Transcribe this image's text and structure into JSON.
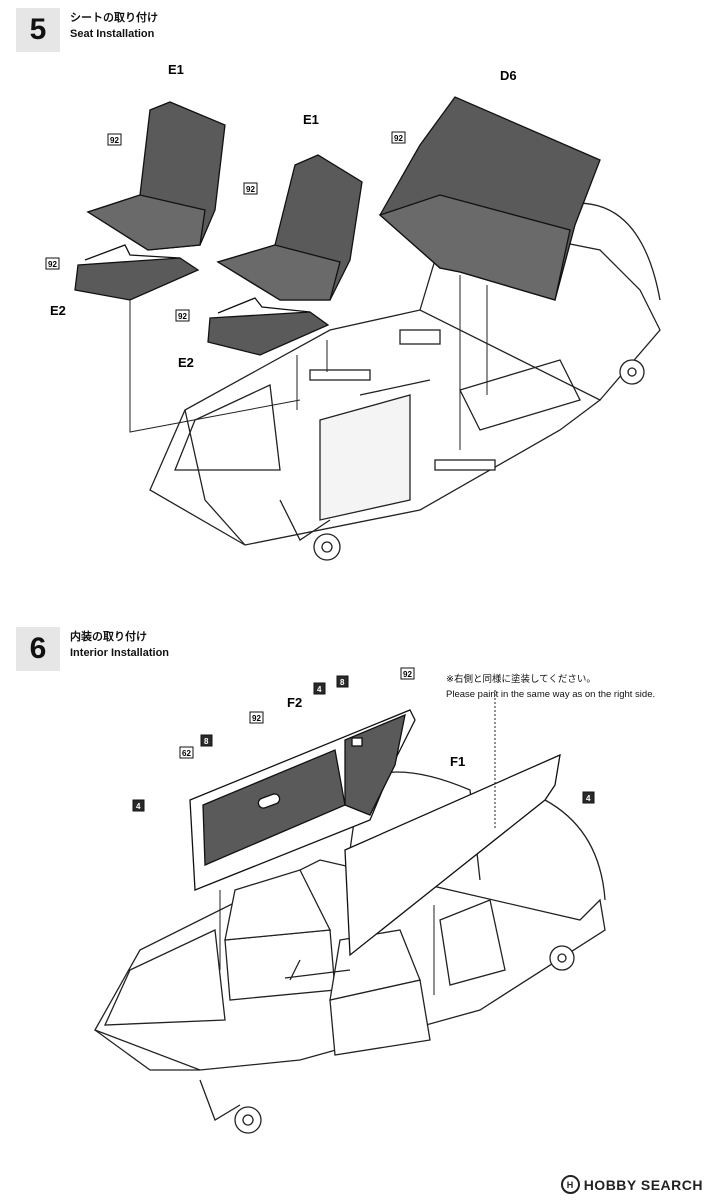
{
  "step5": {
    "number": "5",
    "title_jp": "シートの取り付け",
    "title_en": "Seat Installation",
    "labels": {
      "e1_left": "E1",
      "e1_right": "E1",
      "d6": "D6",
      "e2_left": "E2",
      "e2_right": "E2"
    },
    "paint": {
      "p1": "92",
      "p2": "92",
      "p3": "92",
      "p4": "92",
      "p5": "92"
    }
  },
  "step6": {
    "number": "6",
    "title_jp": "内装の取り付け",
    "title_en": "Interior Installation",
    "note_jp": "※右側と同様に塗装してください。",
    "note_en": "Please paint in the same way as on the right side.",
    "labels": {
      "f1": "F1",
      "f2": "F2"
    },
    "paint": {
      "c62": "62",
      "c8a": "8",
      "c92a": "92",
      "c4a": "4",
      "c8b": "8",
      "c92b": "92",
      "c4b": "4",
      "c4c": "4"
    }
  },
  "watermark": {
    "brand": "HOBBY SEARCH"
  },
  "colors": {
    "seat_fill": "#5a5a5a",
    "panel_fill": "#5a5a5a",
    "step_box": "#e6e6e6"
  }
}
